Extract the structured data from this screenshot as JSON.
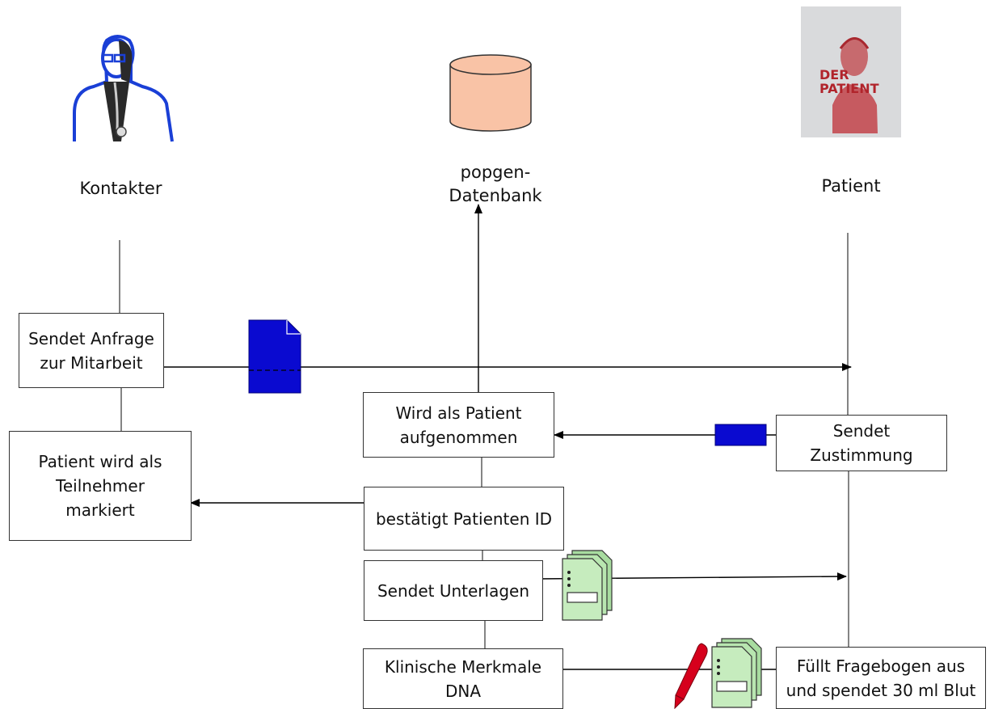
{
  "diagram": {
    "actors": {
      "kontakter": {
        "label": "Kontakter",
        "icon": "doctor-icon"
      },
      "datenbank": {
        "label": "popgen-\nDatenbank",
        "icon": "database-cylinder-icon"
      },
      "patient": {
        "label": "Patient",
        "icon": "patient-poster-icon",
        "poster_text": "DER\nPATIENT"
      }
    },
    "steps": {
      "sendet_anfrage": "Sendet Anfrage\nzur Mitarbeit",
      "patient_markiert": "Patient wird als\nTeilnehmer\nmarkiert",
      "aufgenommen": "Wird als Patient\naufgenommen",
      "zustimmung": "Sendet\nZustimmung",
      "bestaetigt_id": "bestätigt Patienten ID",
      "unterlagen": "Sendet Unterlagen",
      "merkmale": "Klinische Merkmale\nDNA",
      "fragebogen": "Füllt Fragebogen aus\nund spendet 30 ml Blut"
    },
    "colors": {
      "doctor_outline": "#1a3fd6",
      "database_fill": "#f9c3a6",
      "poster_red": "#b1242b",
      "document_blue": "#0a0ad0",
      "form_green": "#b8e6b0",
      "pen_red": "#d6001c"
    }
  }
}
